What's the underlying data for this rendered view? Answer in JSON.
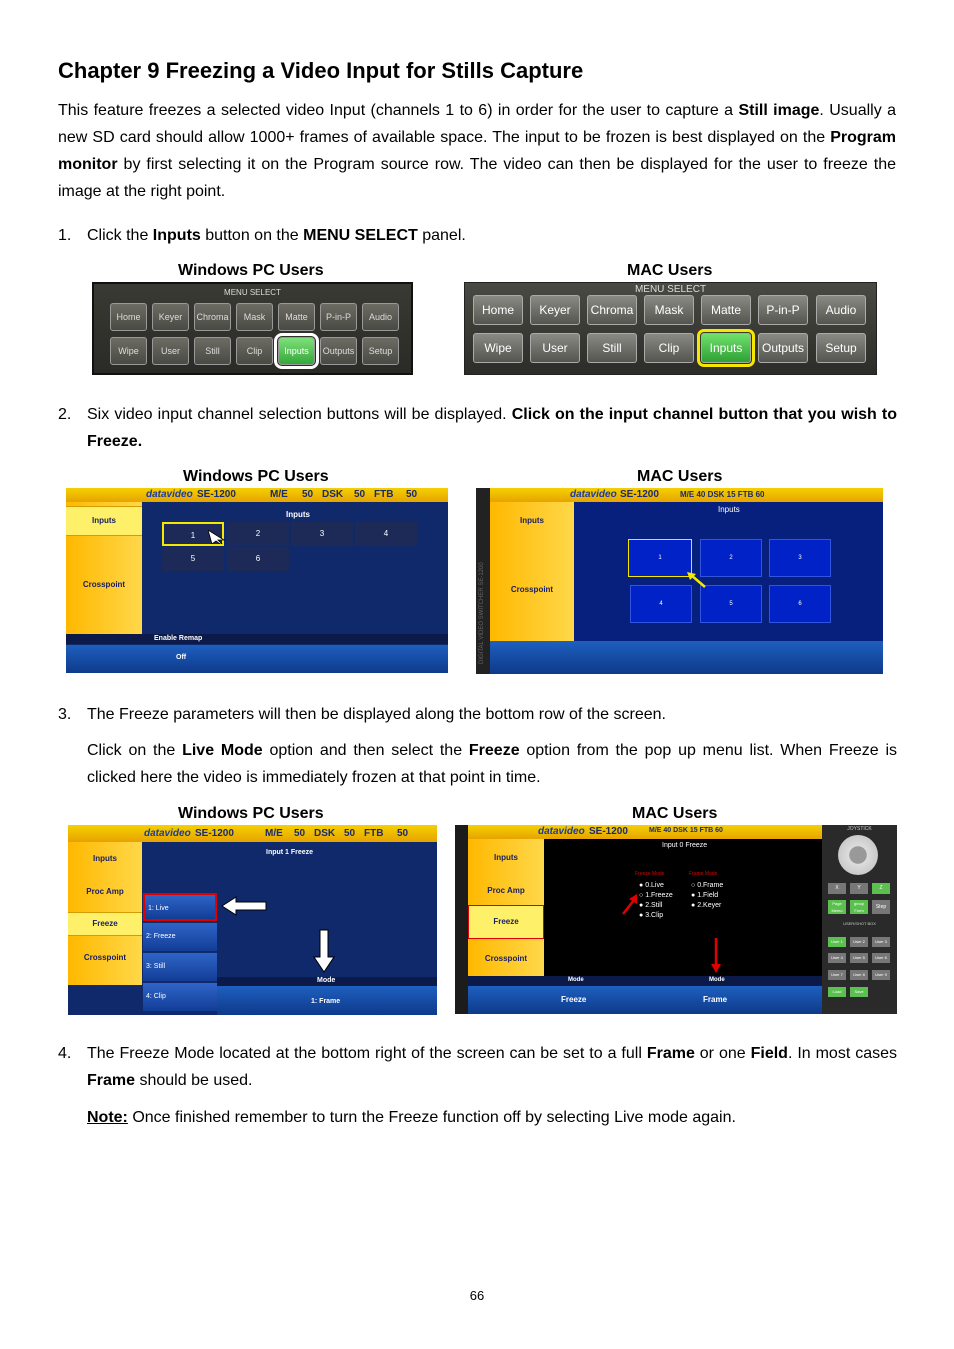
{
  "chapter_title": "Chapter 9  Freezing a Video Input for Stills Capture",
  "intro": {
    "p1": "This feature freezes a selected video Input (channels 1 to 6) in order for the user to capture a ",
    "b1": "Still image",
    "p2": ". Usually a new SD card should allow 1000+ frames of available space. The input to be frozen is best displayed on the ",
    "b2": "Program monitor",
    "p3": " by first selecting it on the Program source row. The video can then be  displayed for the user to freeze the image at the right point."
  },
  "step1": {
    "num": "1.",
    "t1": "Click the ",
    "b1": "Inputs",
    "t2": " button on the ",
    "b2": "MENU SELECT",
    "t3": " panel."
  },
  "labels": {
    "windows": "Windows PC Users",
    "mac": "MAC Users"
  },
  "menu_select": {
    "title": "MENU SELECT",
    "row1": [
      "Home",
      "Keyer",
      "Chroma",
      "Mask",
      "Matte",
      "P-in-P",
      "Audio"
    ],
    "row2": [
      "Wipe",
      "User",
      "Still",
      "Clip",
      "Inputs",
      "Outputs",
      "Setup"
    ]
  },
  "step2": {
    "num": "2.",
    "t1": "Six video input channel selection buttons will be displayed. ",
    "b1": "Click on the input channel button that you wish to Freeze."
  },
  "screen_header": {
    "brand": "datavideo",
    "model": "SE-1200",
    "win_status": [
      "M/E",
      "50",
      "DSK",
      "50",
      "FTB",
      "50"
    ],
    "mac_status": "M/E 40  DSK 15  FTB 60"
  },
  "inputs_screen_win": {
    "side": [
      "Inputs",
      "Crosspoint"
    ],
    "panel_title": "Inputs",
    "channels": [
      "1",
      "2",
      "3",
      "4",
      "5",
      "6"
    ],
    "remap_label": "Enable Remap",
    "remap_value": "Off"
  },
  "inputs_screen_mac": {
    "side": [
      "Inputs",
      "Crosspoint"
    ],
    "panel_title": "Inputs",
    "channels": [
      "1",
      "2",
      "3",
      "4",
      "5",
      "6"
    ],
    "vertical_text": "DIGITAL VIDEO SWITCHER  SE-1200"
  },
  "step3": {
    "num": "3.",
    "line1": "The Freeze parameters will then be displayed along the bottom row of the screen.",
    "t1": "Click on the ",
    "b1": "Live Mode",
    "t2": " option and then select the ",
    "b2": "Freeze",
    "t3": " option from the pop up menu list.  When Freeze is clicked here the video is immediately frozen at that point in time."
  },
  "freeze_screen_win": {
    "side": [
      "Inputs",
      "Proc Amp",
      "Freeze",
      "Crosspoint"
    ],
    "panel_title": "Input 1 Freeze",
    "options": [
      "1: Live",
      "2: Freeze",
      "3: Still",
      "4: Clip"
    ],
    "mode_label": "Mode",
    "mode_value": "1: Frame"
  },
  "freeze_screen_mac": {
    "side": [
      "Inputs",
      "Proc Amp",
      "Freeze",
      "Crosspoint"
    ],
    "panel_title": "Input 0 Freeze",
    "freeze_mode_title": "Freeze Mode",
    "frame_mode_title": "Frame Mode",
    "freeze_options": [
      "0.Live",
      "1.Freeze",
      "2.Still",
      "3.Clip"
    ],
    "frame_options": [
      "0.Frame",
      "1.Field",
      "2.Keyer"
    ],
    "bottom_labels": [
      "Mode",
      "Mode"
    ],
    "bottom_values": [
      "Freeze",
      "Frame"
    ],
    "joystick_title": "JOYSTICK",
    "joy_buttons": [
      "X",
      "Y",
      "Z",
      "Page Memo",
      "group Form",
      "Step"
    ],
    "user_title": "USER/SHOT BOX",
    "user_buttons": [
      "User 1",
      "User 2",
      "User 3",
      "User 4",
      "User 5",
      "User 6",
      "User 7",
      "User 8",
      "User 9",
      "Load",
      "Save"
    ]
  },
  "step4": {
    "num": "4.",
    "t1": "The Freeze Mode located at the bottom right of the screen can be set to a full ",
    "b1": "Frame",
    "t2": " or one ",
    "b2": "Field",
    "t3": ". In most cases ",
    "b3": "Frame",
    "t4": " should be used."
  },
  "note": {
    "label": "Note:",
    "text": "  Once finished remember to turn the Freeze function off by selecting Live mode again."
  },
  "page_number": "66",
  "colors": {
    "highlight_yellow": "#f6e700",
    "highlight_red": "#e00000",
    "selected_green": "#34a83a",
    "screen_blue": "#10296b",
    "sidebar_orange": "#ffb800"
  }
}
